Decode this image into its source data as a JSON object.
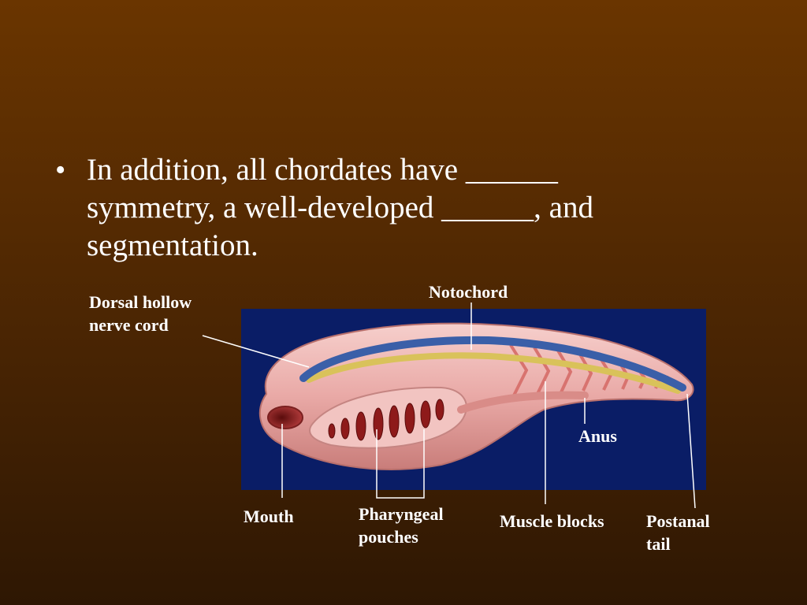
{
  "slide": {
    "bullet_symbol": "•",
    "bullet_text": "In addition, all chordates have ______\nsymmetry, a well-developed ______, and\nsegmentation."
  },
  "diagram": {
    "labels": {
      "dorsal_nerve_cord": "Dorsal hollow\nnerve cord",
      "notochord": "Notochord",
      "anus": "Anus",
      "mouth": "Mouth",
      "pharyngeal_pouches": "Pharyngeal\npouches",
      "muscle_blocks": "Muscle blocks",
      "postanal_tail": "Postanal\ntail"
    },
    "colors": {
      "panel_background": "#0a1d66",
      "body": "#e9a9a6",
      "nerve_cord": "#3a5fa8",
      "notochord": "#d9c25a",
      "gill_slits": "#8e1a1a",
      "leader_lines": "#ffffff"
    }
  }
}
